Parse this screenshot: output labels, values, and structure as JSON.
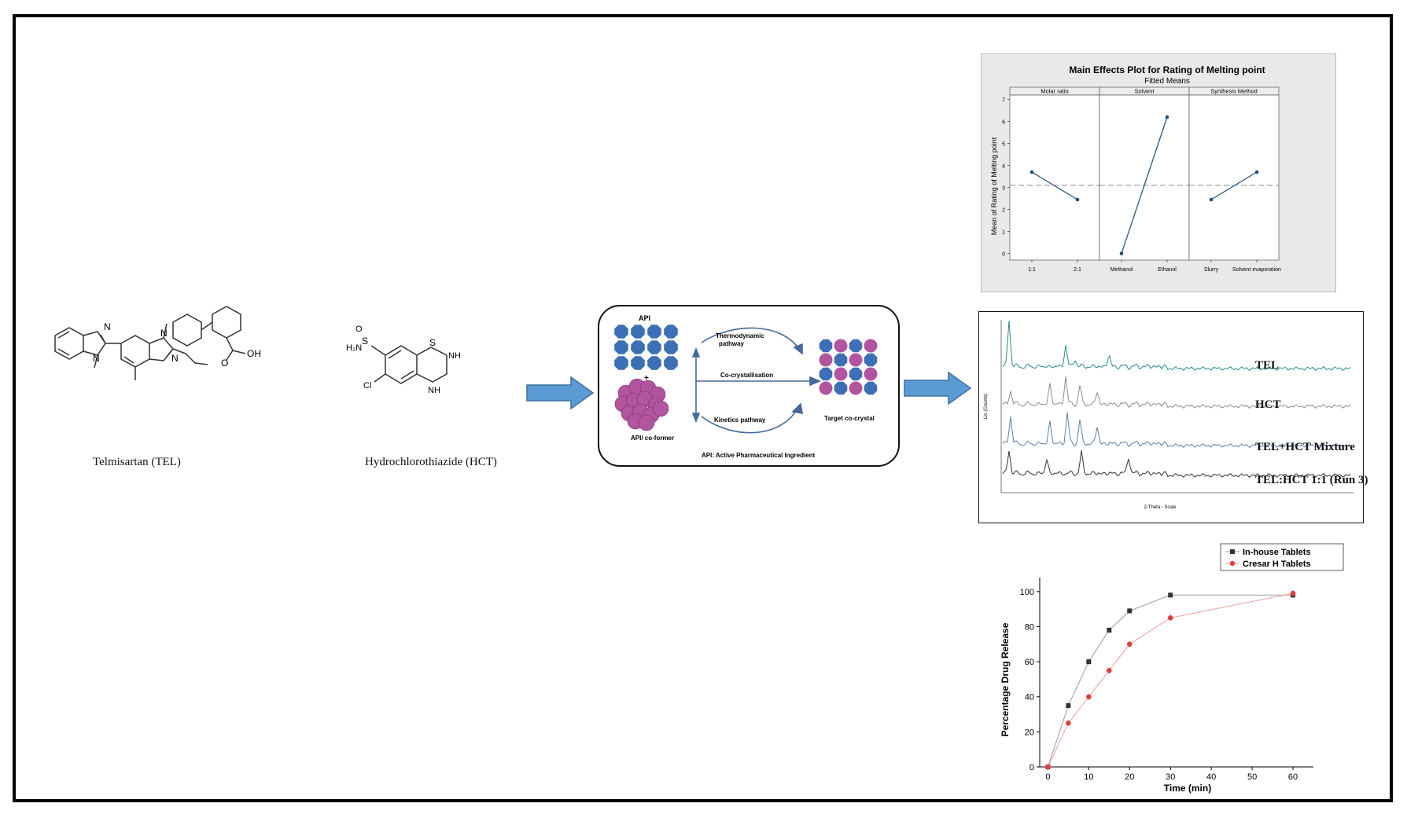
{
  "molecules": {
    "tel_label": "Telmisartan (TEL)",
    "hct_label": "Hydrochlorothiazide (HCT)",
    "tel_atoms": {
      "n1": "N",
      "n2": "N",
      "n3": "N",
      "n4": "N",
      "oh": "OH",
      "o": "O"
    },
    "hct_atoms": {
      "h2n": "H₂N",
      "s1": "S",
      "s2": "S",
      "o": "O",
      "nh1": "NH",
      "nh2": "NH",
      "n": "N",
      "h": "H",
      "cl": "Cl"
    }
  },
  "process": {
    "api_top": "API",
    "plus": "+",
    "api_bottom": "API/ co-former",
    "thermo": "Thermodynamic",
    "pathway": "pathway",
    "cocryst": "Co-crystallisation",
    "kinetics": "Kinetics pathway",
    "target": "Target co-crystal",
    "footnote": "API: Active Pharmaceutical Ingredient"
  },
  "colors": {
    "blue_molecule": "#3d6fb6",
    "magenta_molecule": "#b3549f",
    "arrow_fill": "#5b9bd5",
    "arrow_stroke": "#41719c",
    "teal": "#2a8a8a",
    "gray": "#8c8c8c",
    "steel": "#5f7fa8",
    "plot_blue": "#1f4e79",
    "red": "#e04040",
    "dark": "#333333"
  },
  "main_effects": {
    "title": "Main Effects Plot for Rating of Melting point",
    "subtitle": "Fitted Means",
    "ylabel": "Mean of Rating of Melting point",
    "yticks": [
      "0",
      "1",
      "2",
      "3",
      "4",
      "5",
      "6",
      "7"
    ],
    "panels": [
      {
        "name": "Molar ratio",
        "x": [
          "1:1",
          "2:1"
        ],
        "y": [
          3.7,
          2.45
        ]
      },
      {
        "name": "Solvent",
        "x": [
          "Methanol",
          "Ethanol"
        ],
        "y": [
          0.0,
          6.2
        ]
      },
      {
        "name": "Synthesis Method",
        "x": [
          "Slurry",
          "Solvent evaporation"
        ],
        "y": [
          2.45,
          3.7
        ]
      }
    ],
    "mean": 3.1,
    "ylim": [
      -0.3,
      7.2
    ]
  },
  "xrd": {
    "ylabel": "Lin (Counts)",
    "xlabel": "2-Theta - Scale",
    "traces": [
      "TEL",
      "HCT",
      "TEL+HCT Mixture",
      "TEL:HCT 1:1 (Run 3)"
    ]
  },
  "chart_data": {
    "type": "line",
    "xlabel": "Time (min)",
    "ylabel": "Percentage Drug Release",
    "x": [
      0,
      5,
      10,
      15,
      20,
      30,
      60
    ],
    "xticks": [
      0,
      10,
      20,
      30,
      40,
      50,
      60
    ],
    "yticks": [
      0,
      20,
      40,
      60,
      80,
      100
    ],
    "xlim": [
      -2,
      65
    ],
    "ylim": [
      0,
      108
    ],
    "legend_position": "top-right",
    "series": [
      {
        "name": "In-house Tablets",
        "values": [
          0,
          35,
          60,
          78,
          89,
          98,
          98
        ]
      },
      {
        "name": "Cresar H Tablets",
        "values": [
          0,
          25,
          40,
          55,
          70,
          85,
          99
        ]
      }
    ]
  }
}
